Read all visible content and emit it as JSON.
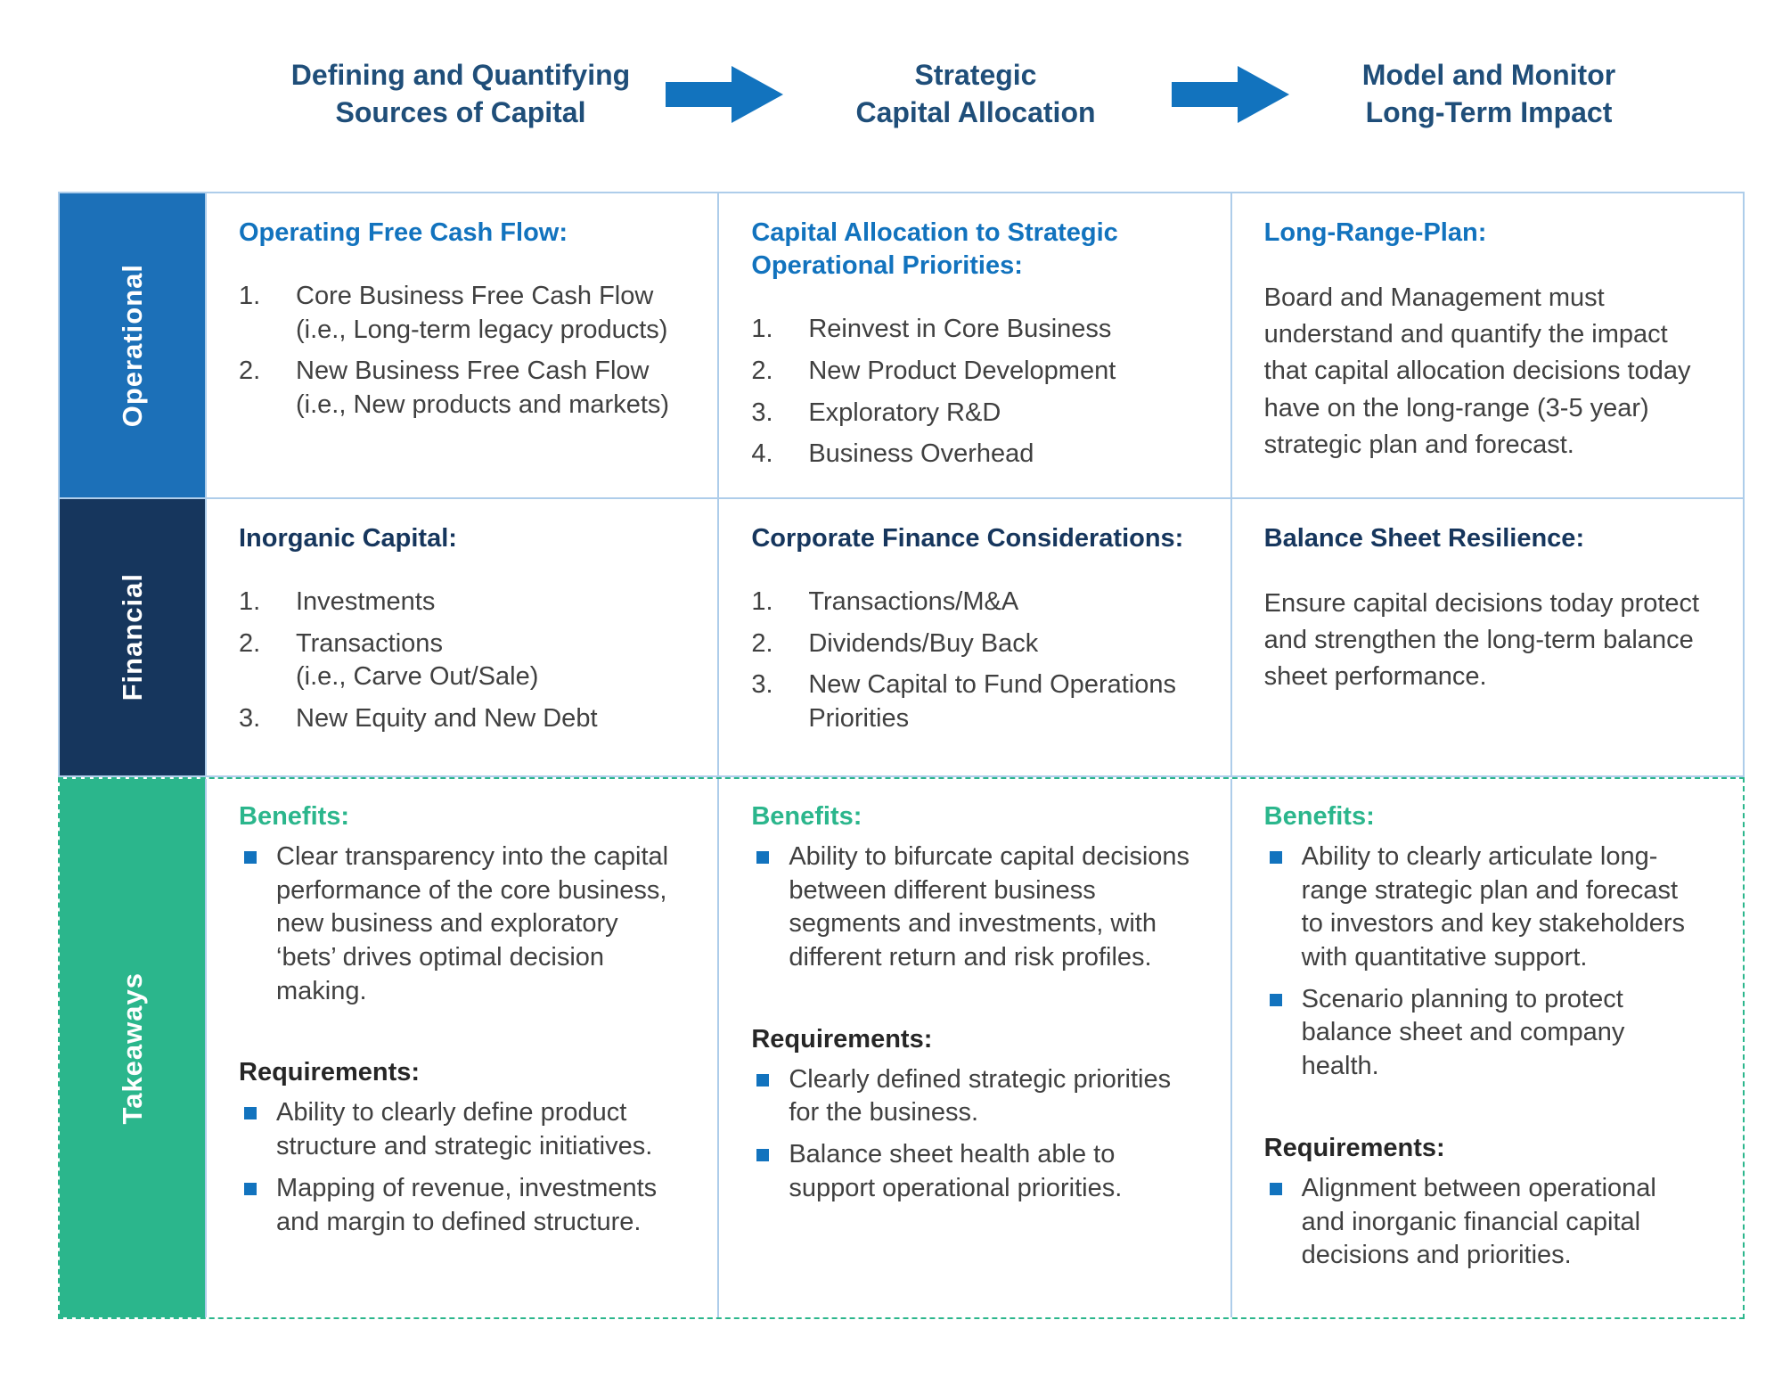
{
  "process": {
    "steps": [
      {
        "line1": "Defining and Quantifying",
        "line2": "Sources of Capital"
      },
      {
        "line1": "Strategic",
        "line2": "Capital Allocation"
      },
      {
        "line1": "Model and Monitor",
        "line2": "Long-Term Impact"
      }
    ]
  },
  "rows": {
    "operational": {
      "label": "Operational",
      "col1": {
        "heading": "Operating Free Cash Flow:",
        "items": [
          {
            "num": "1.",
            "text": "Core Business Free Cash Flow",
            "note": "(i.e., Long-term legacy products)"
          },
          {
            "num": "2.",
            "text": "New Business Free Cash Flow",
            "note": "(i.e., New products and markets)"
          }
        ]
      },
      "col2": {
        "heading": "Capital Allocation to Strategic Operational Priorities:",
        "items": [
          {
            "num": "1.",
            "text": "Reinvest in Core Business"
          },
          {
            "num": "2.",
            "text": "New Product Development"
          },
          {
            "num": "3.",
            "text": "Exploratory R&D"
          },
          {
            "num": "4.",
            "text": "Business Overhead"
          }
        ]
      },
      "col3": {
        "heading": "Long-Range-Plan:",
        "paragraph": "Board and Management must understand and quantify the impact that capital allocation decisions today have on the long-range (3-5 year) strategic plan and forecast."
      }
    },
    "financial": {
      "label": "Financial",
      "col1": {
        "heading": "Inorganic Capital:",
        "items": [
          {
            "num": "1.",
            "text": "Investments"
          },
          {
            "num": "2.",
            "text": "Transactions",
            "note": "(i.e., Carve Out/Sale)"
          },
          {
            "num": "3.",
            "text": "New Equity and New Debt"
          }
        ]
      },
      "col2": {
        "heading": "Corporate Finance Considerations:",
        "items": [
          {
            "num": "1.",
            "text": "Transactions/M&A"
          },
          {
            "num": "2.",
            "text": "Dividends/Buy Back"
          },
          {
            "num": "3.",
            "text": "New Capital to Fund Operations Priorities"
          }
        ]
      },
      "col3": {
        "heading": "Balance Sheet Resilience:",
        "paragraph": "Ensure capital decisions today protect and strengthen the long-term balance sheet performance."
      }
    },
    "takeaways": {
      "label": "Takeaways",
      "col1": {
        "benefits_label": "Benefits:",
        "benefits": [
          "Clear transparency into the capital performance of the core business, new business and exploratory ‘bets’ drives optimal decision making."
        ],
        "requirements_label": "Requirements:",
        "requirements": [
          "Ability to clearly define product structure and strategic initiatives.",
          "Mapping of revenue, investments and margin to defined structure."
        ]
      },
      "col2": {
        "benefits_label": "Benefits:",
        "benefits": [
          "Ability to bifurcate capital decisions between different business segments and investments, with different return and risk profiles."
        ],
        "requirements_label": "Requirements:",
        "requirements": [
          "Clearly defined strategic priorities for the business.",
          "Balance sheet health able to support operational priorities."
        ]
      },
      "col3": {
        "benefits_label": "Benefits:",
        "benefits": [
          "Ability to clearly articulate long-range strategic plan and forecast to investors and key stakeholders with quantitative support.",
          "Scenario planning to protect balance sheet and company health."
        ],
        "requirements_label": "Requirements:",
        "requirements": [
          "Alignment between operational and inorganic financial capital decisions and priorities."
        ]
      }
    }
  },
  "icons": {
    "arrow": "arrow-right",
    "bullet": "square"
  },
  "colors": {
    "operational_blue": "#1C70B8",
    "financial_navy": "#16365D",
    "takeaways_green": "#2BB68C",
    "heading_blue": "#1273BE",
    "heading_navy": "#16365D",
    "benefits_green": "#2BB68C",
    "requirements_dark": "#262626",
    "header_navy": "#1F4E79",
    "arrow_blue": "#1273BE",
    "body_text": "#404040",
    "grid_border": "#AECDEA"
  }
}
